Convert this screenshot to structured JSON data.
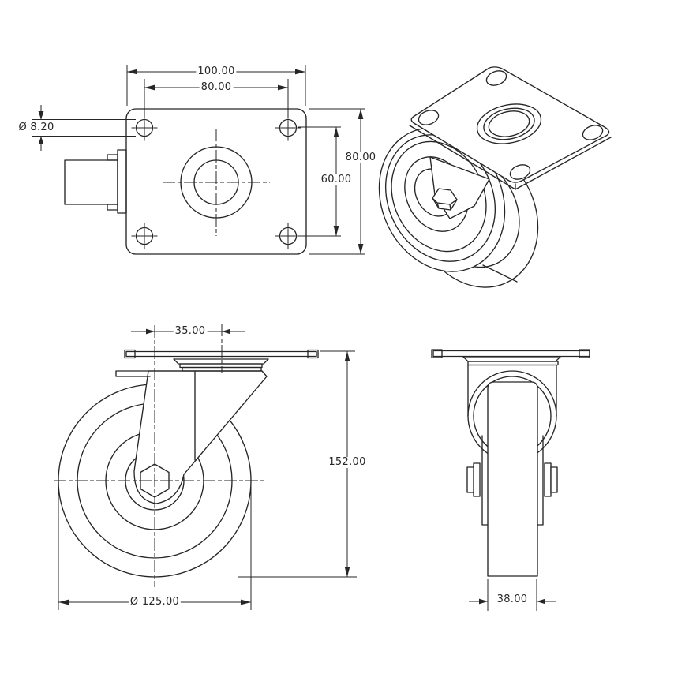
{
  "sheet": {
    "background": "#ffffff",
    "line_color": "#262626"
  },
  "dimensions": {
    "plate_width": "100.00",
    "bolt_spacing_width": "80.00",
    "hole_diameter": "Ø 8.20",
    "plate_depth": "80.00",
    "bolt_spacing_depth": "60.00",
    "swivel_offset": "35.00",
    "overall_height": "152.00",
    "wheel_diameter": "Ø 125.00",
    "wheel_width": "38.00"
  }
}
